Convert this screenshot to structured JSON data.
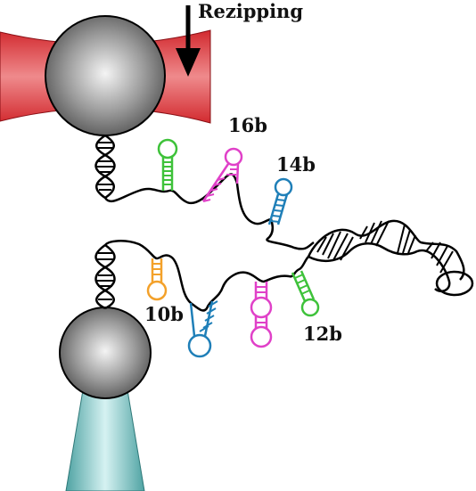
{
  "labels": {
    "rezipping": "Rezipping",
    "hairpin_16b": "16b",
    "hairpin_14b": "14b",
    "hairpin_10b": "10b",
    "hairpin_12b": "12b"
  },
  "colors": {
    "trap_beam": "#d93a3e",
    "micropipette": "#5fb8b8",
    "bead": "#777777",
    "green": "#3ec23a",
    "magenta": "#e040c8",
    "blue": "#1f7fb8",
    "orange": "#f3a12a",
    "dna": "#111111"
  }
}
